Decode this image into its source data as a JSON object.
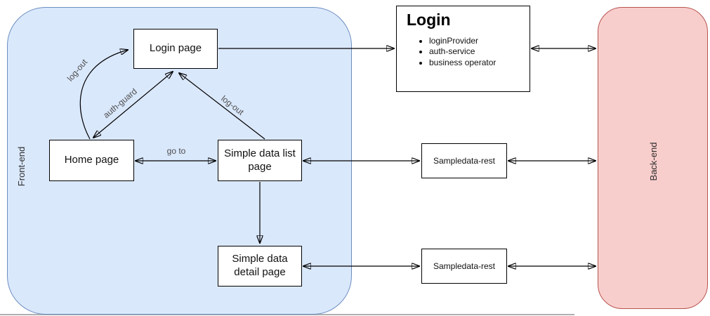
{
  "diagram": {
    "containers": {
      "frontend": {
        "label": "Front-end"
      },
      "backend": {
        "label": "Back-end"
      }
    },
    "nodes": {
      "login_page": {
        "label": "Login page"
      },
      "home_page": {
        "label": "Home page"
      },
      "list_page": {
        "label": "Simple data list page"
      },
      "detail_page": {
        "label": "Simple data detail page"
      },
      "sampledata_rest_1": {
        "label": "Sampledata-rest"
      },
      "sampledata_rest_2": {
        "label": "Sampledata-rest"
      },
      "login_service": {
        "title": "Login",
        "items": [
          "loginProvider",
          "auth-service",
          "business operator"
        ]
      }
    },
    "edge_labels": {
      "go_to": "go to",
      "logout_curve": "log-out",
      "auth_guard": "auth-guard",
      "logout_line": "log-out"
    },
    "colors": {
      "frontend_fill": "#dae8fc",
      "frontend_border": "#6c8ebf",
      "backend_fill": "#f8cecc",
      "backend_border": "#b85450",
      "node_fill": "#ffffff",
      "node_border": "#000000",
      "arrow": "#000000",
      "edge_label_text": "#4d4d4d",
      "page_edge_line": "#b0b0b0"
    }
  }
}
